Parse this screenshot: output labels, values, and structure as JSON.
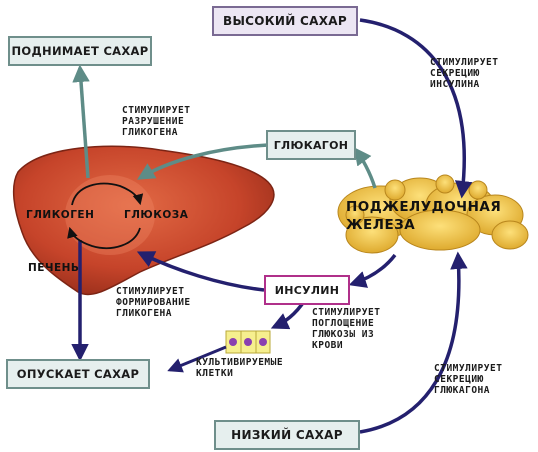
{
  "nodes": {
    "high_sugar": "ВЫСОКИЙ САХАР",
    "raises_sugar": "ПОДНИМАЕТ САХАР",
    "glucagon": "ГЛЮКАГОН",
    "pancreas": "ПОДЖЕЛУДОЧНАЯ\nЖЕЛЕЗА",
    "insulin": "ИНСУЛИН",
    "lowers_sugar": "ОПУСКАЕТ САХАР",
    "low_sugar": "НИЗКИЙ САХАР"
  },
  "liver": {
    "glycogen": "ГЛИКОГЕН",
    "glucose": "ГЛЮКОЗА",
    "liver_label": "ПЕЧЕНЬ"
  },
  "labels": {
    "stim_insulin_secretion": "СТИМУЛИРУЕТ\nСЕКРЕЦИЮ\nИНСУЛИНА",
    "stim_glycogen_breakdown": "СТИМУЛИРУЕТ\nРАЗРУШЕНИЕ\nГЛИКОГЕНА",
    "stim_glycogen_formation": "СТИМУЛИРУЕТ\nФОРМИРОВАНИЕ\nГЛИКОГЕНА",
    "stim_glucose_uptake": "СТИМУЛИРУЕТ\nПОГЛОЩЕНИЕ\nГЛЮКОЗЫ ИЗ\nКРОВИ",
    "cultured_cells": "КУЛЬТИВИРУЕМЫЕ\nКЛЕТКИ",
    "stim_glucagon_secretion": "СТИМУЛИРУЕТ\nСЕКРЕЦИЮ\nГЛЮКАГОНА"
  },
  "colors": {
    "navy_arrow": "#24206e",
    "teal_arrow": "#5e8c87",
    "liver": "#c6442a",
    "pancreas": "#f2c548"
  }
}
